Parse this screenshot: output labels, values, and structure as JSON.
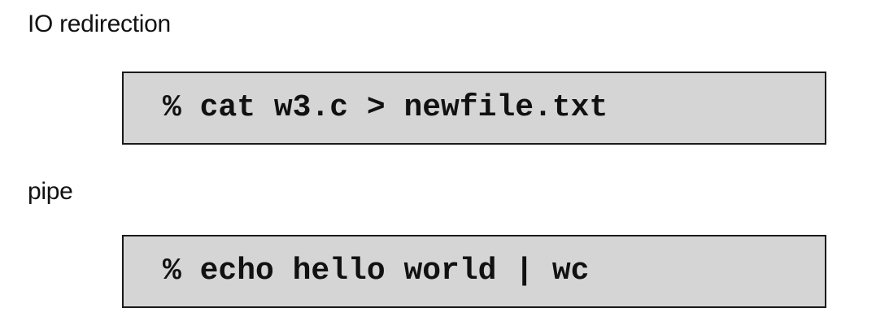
{
  "sections": [
    {
      "heading": "IO redirection",
      "command": "% cat w3.c > newfile.txt"
    },
    {
      "heading": "pipe",
      "command": "% echo hello world | wc"
    }
  ]
}
